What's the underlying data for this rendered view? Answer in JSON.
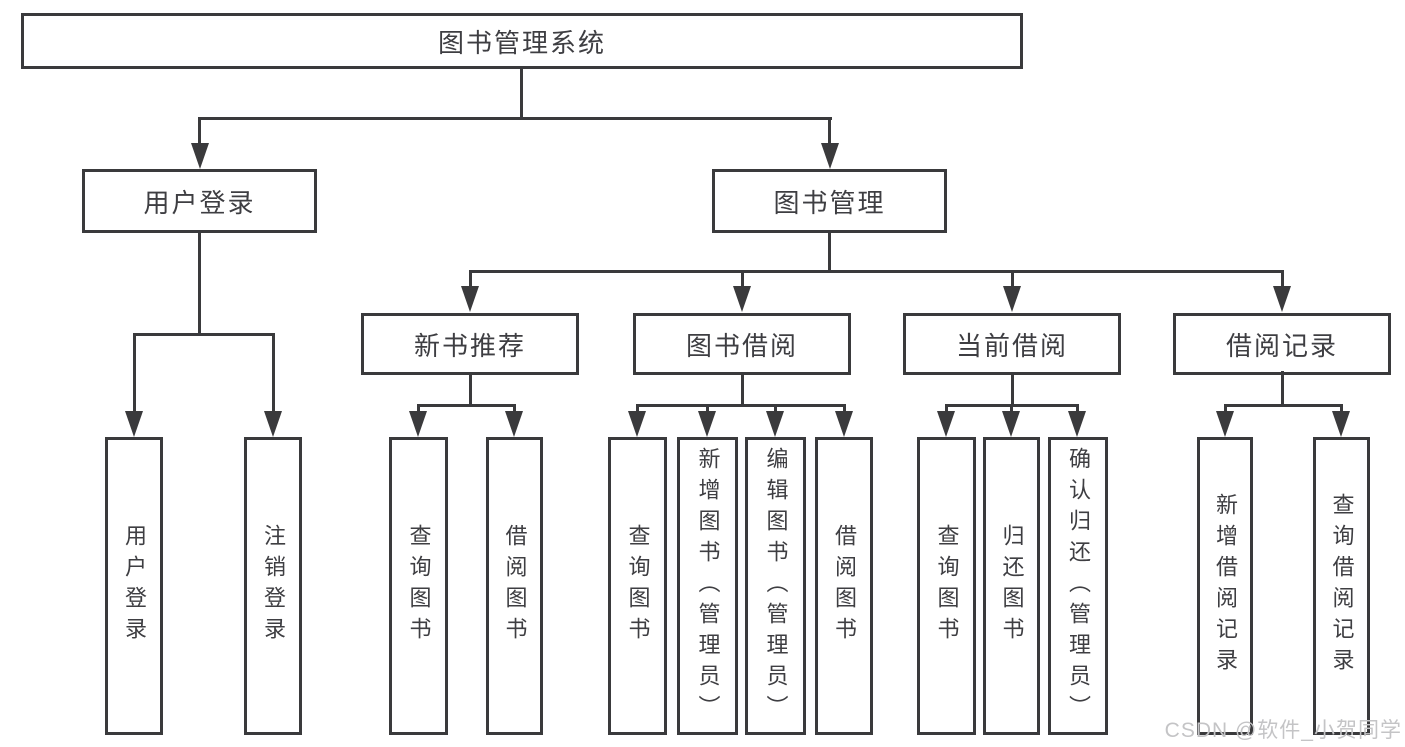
{
  "diagram": {
    "root": {
      "label": "图书管理系统"
    },
    "user_login": {
      "label": "用户登录",
      "children": [
        {
          "label": "用户登录"
        },
        {
          "label": "注销登录"
        }
      ]
    },
    "book_management": {
      "label": "图书管理",
      "sections": [
        {
          "label": "新书推荐",
          "children": [
            {
              "label": "查询图书"
            },
            {
              "label": "借阅图书"
            }
          ]
        },
        {
          "label": "图书借阅",
          "children": [
            {
              "label": "查询图书"
            },
            {
              "label": "新增图书（管理员）"
            },
            {
              "label": "编辑图书（管理员）"
            },
            {
              "label": "借阅图书"
            }
          ]
        },
        {
          "label": "当前借阅",
          "children": [
            {
              "label": "查询图书"
            },
            {
              "label": "归还图书"
            },
            {
              "label": "确认归还（管理员）"
            }
          ]
        },
        {
          "label": "借阅记录",
          "children": [
            {
              "label": "新增借阅记录"
            },
            {
              "label": "查询借阅记录"
            }
          ]
        }
      ]
    }
  },
  "watermark": {
    "text": "CSDN @软件_小贺同学"
  },
  "colors": {
    "line": "#3a3a3c",
    "text": "#3e3e42",
    "background": "#ffffff",
    "watermark": "#c4c4c6"
  }
}
